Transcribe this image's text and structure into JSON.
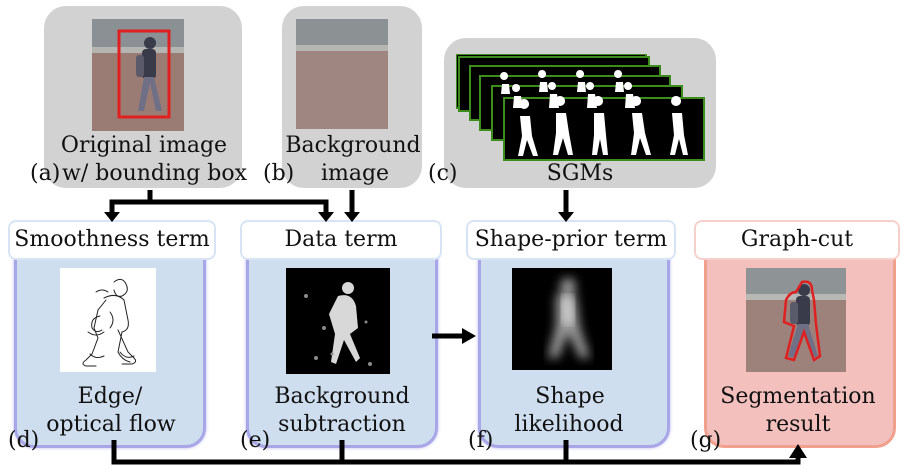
{
  "inputs": {
    "a": {
      "letter": "(a)",
      "caption_line1": "Original image",
      "caption_line2": "w/ bounding box"
    },
    "b": {
      "letter": "(b)",
      "caption_line1": "Background",
      "caption_line2": "image"
    },
    "c": {
      "letter": "(c)",
      "caption": "SGMs"
    }
  },
  "terms": {
    "d": {
      "title": "Smoothness term",
      "letter": "(d)",
      "caption_line1": "Edge/",
      "caption_line2": "optical flow"
    },
    "e": {
      "title": "Data term",
      "letter": "(e)",
      "caption_line1": "Background",
      "caption_line2": "subtraction"
    },
    "f": {
      "title": "Shape-prior term",
      "letter": "(f)",
      "caption_line1": "Shape",
      "caption_line2": "likelihood"
    },
    "g": {
      "title": "Graph-cut",
      "letter": "(g)",
      "caption_line1": "Segmentation",
      "caption_line2": "result"
    }
  },
  "colors": {
    "gray_card": "#d2d2d2",
    "blue_card": "#cfdeef",
    "blue_border": "#a8a6e6",
    "red_card": "#f4c0be",
    "red_border": "#f0a08c",
    "bbox": "#e02020",
    "sgm_border": "#3c8c1e",
    "arrow": "#000000"
  }
}
